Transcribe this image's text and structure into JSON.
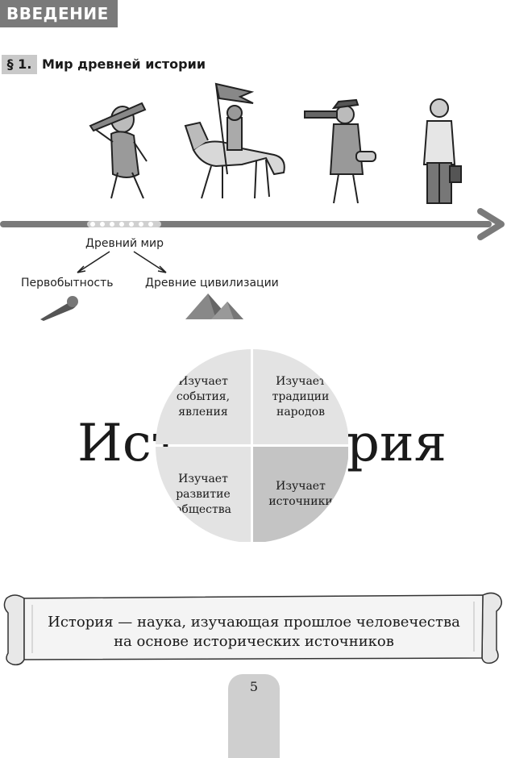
{
  "header": {
    "chapter": "ВВЕДЕНИЕ",
    "paragraph_number": "§ 1.",
    "paragraph_title": "Мир древней истории"
  },
  "timeline": {
    "figures": [
      "caveman",
      "knight-on-horse",
      "explorer-with-spyglass",
      "modern-man"
    ],
    "era_label": "Древний мир",
    "branches": [
      "Первобытность",
      "Древние цивилизации"
    ],
    "branch_icons": [
      "club-icon",
      "pyramids-icon"
    ]
  },
  "history_diagram": {
    "word_left": "Ист",
    "word_right": "рия",
    "quadrants": [
      {
        "id": "events",
        "text": "Изучает\nсобытия,\nявления"
      },
      {
        "id": "traditions",
        "text": "Изучает\nтрадиции\nнародов"
      },
      {
        "id": "development",
        "text": "Изучает\nразвитие\nобщества"
      },
      {
        "id": "sources",
        "text": "Изучает\nисточники"
      }
    ]
  },
  "definition": {
    "line1": "История — наука, изучающая прошлое человечества",
    "line2": "на основе исторических источников"
  },
  "page_number": "5",
  "colors": {
    "tag_bg": "#7a7a7a",
    "quad_light": "#e3e3e3",
    "quad_dark": "#c4c4c4",
    "arrow": "#7a7a7a"
  }
}
